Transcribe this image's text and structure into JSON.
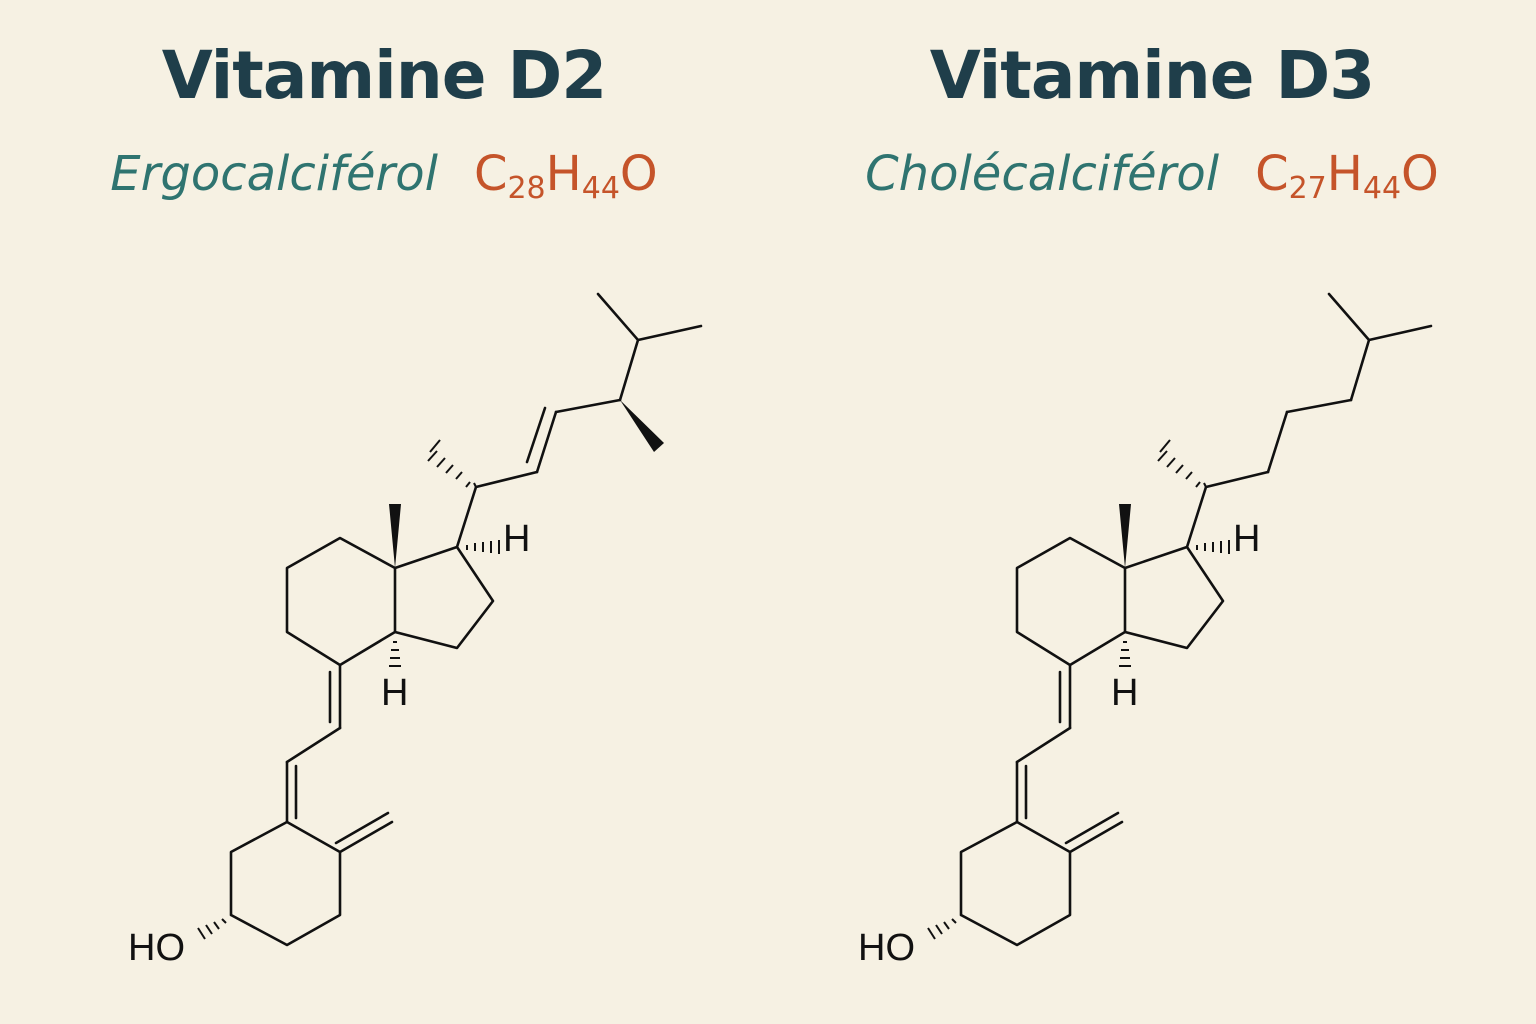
{
  "molecules": [
    {
      "title": "Vitamine D2",
      "trivial_name": "Ergocalciférol",
      "formula": {
        "C": "C",
        "c_count": "28",
        "H": "H",
        "h_count": "44",
        "O": "O"
      },
      "atom_labels": {
        "hydroxyl": "HO",
        "h_top": "H",
        "h_bottom": "H"
      }
    },
    {
      "title": "Vitamine D3",
      "trivial_name": "Cholécalciférol",
      "formula": {
        "C": "C",
        "c_count": "27",
        "H": "H",
        "h_count": "44",
        "O": "O"
      },
      "atom_labels": {
        "hydroxyl": "HO",
        "h_top": "H",
        "h_bottom": "H"
      }
    }
  ],
  "colors": {
    "background": "#f6f1e3",
    "title": "#1f3e4a",
    "trivial_name": "#2f7470",
    "formula": "#c5542a",
    "bonds": "#111111"
  }
}
